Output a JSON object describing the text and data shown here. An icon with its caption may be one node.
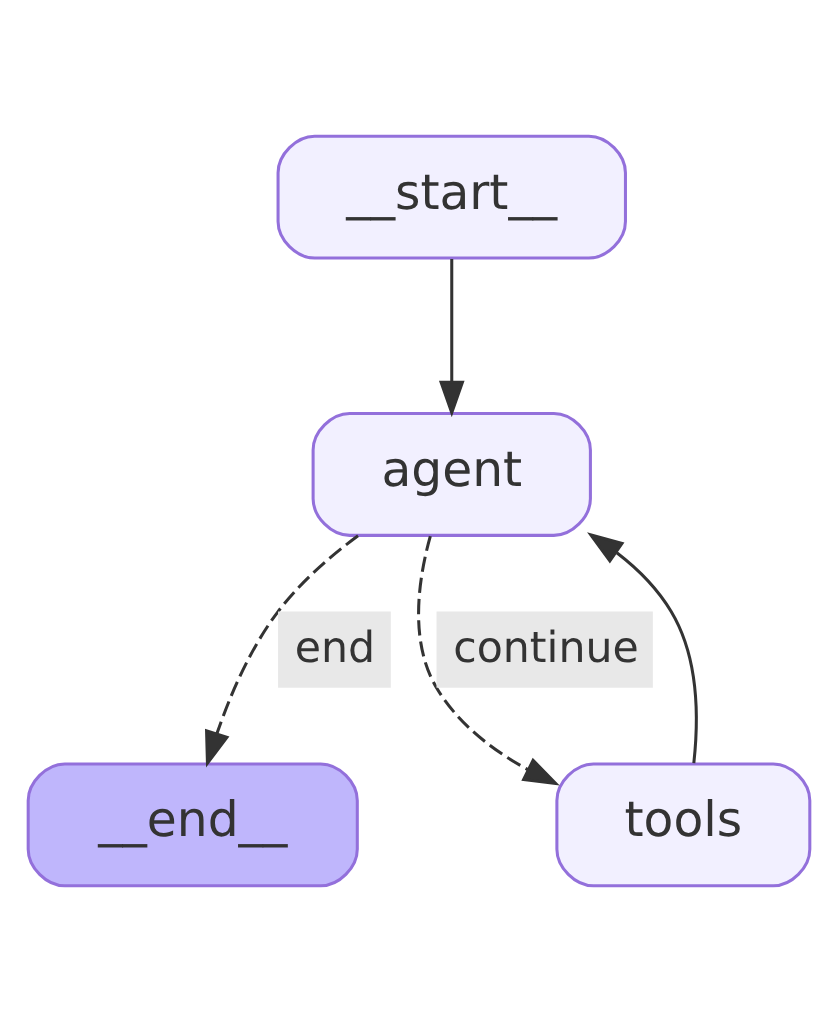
{
  "diagram": {
    "nodes": [
      {
        "text": [
          "__start__"
        ]
      },
      {
        "text": [
          "agent"
        ]
      },
      {
        "text": [
          "__end__"
        ]
      },
      {
        "text": [
          "tools"
        ]
      }
    ],
    "edges": [
      {
        "from": 0,
        "to": 1,
        "arrow": "to"
      },
      {
        "from": 1,
        "to": 2,
        "arrow": "to",
        "label": "end",
        "style": "dashed"
      },
      {
        "from": 1,
        "to": 3,
        "arrow": "to",
        "label": "continue",
        "style": "dashed"
      },
      {
        "from": 3,
        "to": 1,
        "arrow": "to"
      }
    ]
  }
}
